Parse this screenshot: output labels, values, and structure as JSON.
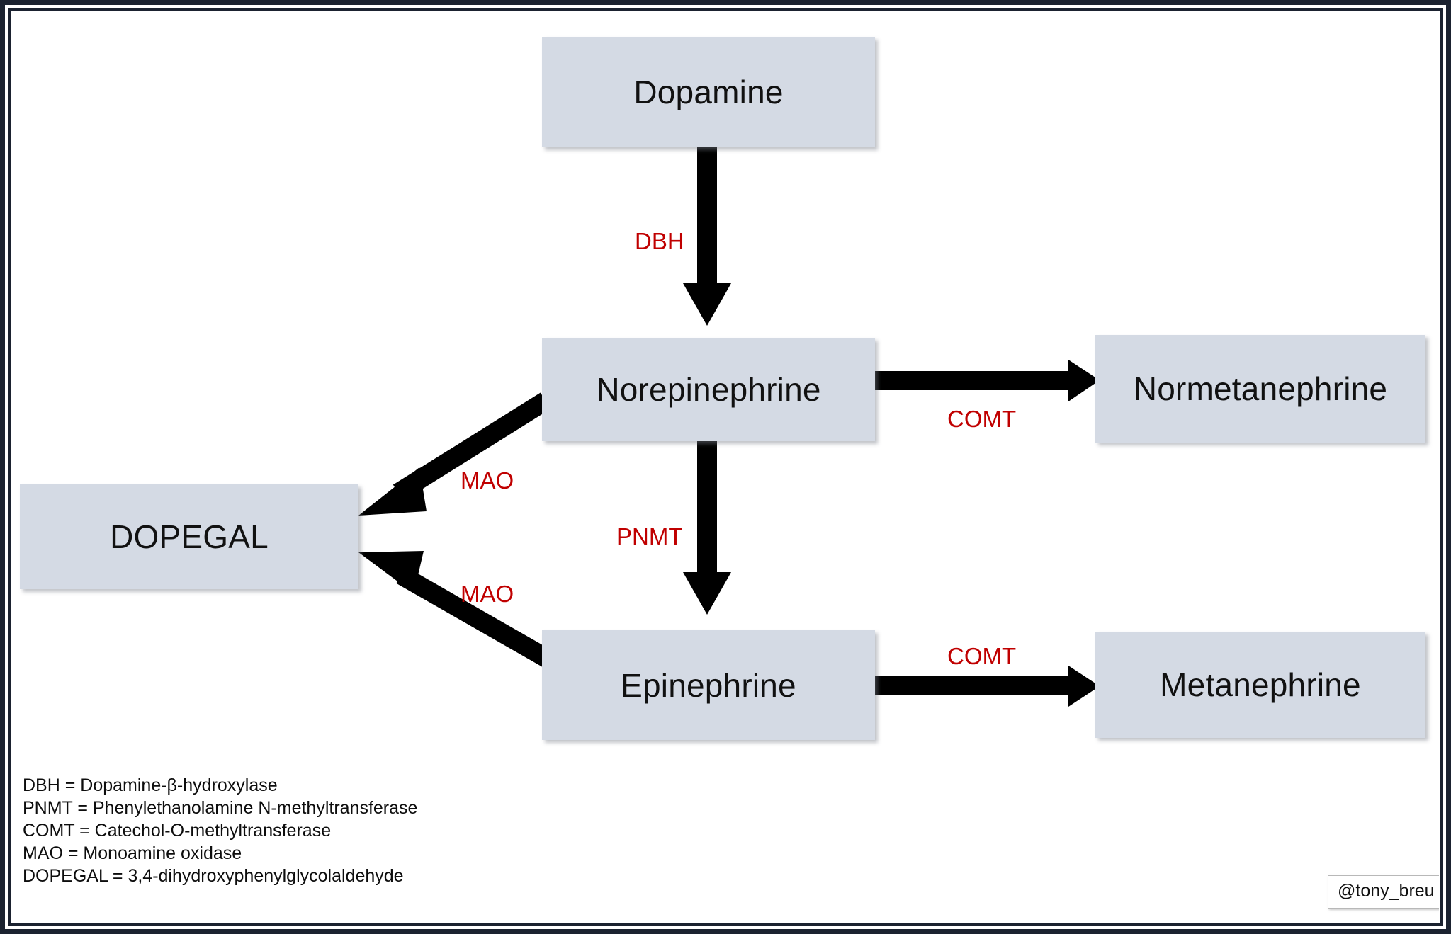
{
  "diagram": {
    "title": "Catecholamine metabolism pathway",
    "accent_red": "#C00000",
    "node_fill": "#D4DAE4",
    "frame_color": "#1B2230"
  },
  "nodes": [
    {
      "id": "dopamine",
      "label": "Dopamine"
    },
    {
      "id": "norepinephrine",
      "label": "Norepinephrine"
    },
    {
      "id": "normetanephrine",
      "label": "Normetanephrine"
    },
    {
      "id": "dopegal",
      "label": "DOPEGAL"
    },
    {
      "id": "epinephrine",
      "label": "Epinephrine"
    },
    {
      "id": "metanephrine",
      "label": "Metanephrine"
    }
  ],
  "edges": [
    {
      "id": "dbh",
      "from": "Dopamine",
      "to": "Norepinephrine",
      "enzyme": "DBH"
    },
    {
      "id": "comt-top",
      "from": "Norepinephrine",
      "to": "Normetanephrine",
      "enzyme": "COMT"
    },
    {
      "id": "mao-top",
      "from": "Norepinephrine",
      "to": "DOPEGAL",
      "enzyme": "MAO"
    },
    {
      "id": "pnmt",
      "from": "Norepinephrine",
      "to": "Epinephrine",
      "enzyme": "PNMT"
    },
    {
      "id": "mao-bottom",
      "from": "Epinephrine",
      "to": "DOPEGAL",
      "enzyme": "MAO"
    },
    {
      "id": "comt-bottom",
      "from": "Epinephrine",
      "to": "Metanephrine",
      "enzyme": "COMT"
    }
  ],
  "legend": [
    "DBH = Dopamine-β-hydroxylase",
    "PNMT = Phenylethanolamine N-methyltransferase",
    "COMT = Catechol-O-methyltransferase",
    "MAO = Monoamine oxidase",
    "DOPEGAL = 3,4-dihydroxyphenylglycolaldehyde"
  ],
  "watermark": {
    "handle": "@tony_breu"
  }
}
